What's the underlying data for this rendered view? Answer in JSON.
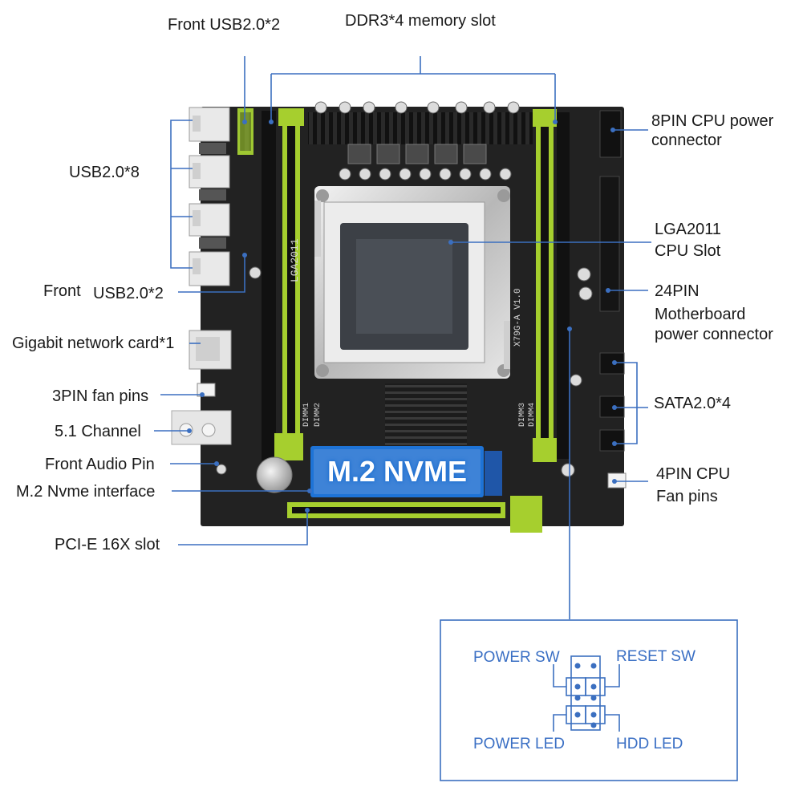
{
  "labels": {
    "front_usb_top": "Front USB2.0*2",
    "ddr3_slots": "DDR3*4 memory slot",
    "cpu_8pin_line1": "8PIN CPU power",
    "cpu_8pin_line2": "connector",
    "usb_rear": "USB2.0*8",
    "lga_line1": "LGA2011",
    "lga_line2": "CPU  Slot",
    "pin24_line1": "24PIN",
    "pin24_line2": "Motherboard",
    "pin24_line3": "power connector",
    "front_usb_word": "Front",
    "front_usb_rest": "USB2.0*2",
    "gigabit": "Gigabit network card*1",
    "fan_3pin": "3PIN fan pins",
    "sata": "SATA2.0*4",
    "channel": "5.1 Channel",
    "front_audio": "Front Audio Pin",
    "cpu_fan_line1": "4PIN CPU",
    "cpu_fan_line2": "Fan pins",
    "m2_interface": "M.2 Nvme interface",
    "pcie": "PCI-E 16X slot"
  },
  "board_text": {
    "m2_banner": "M.2 NVME",
    "socket_silk": "LGA2011",
    "model_silk": "X79G-A  V1.0",
    "dimm1": "DIMM1",
    "dimm2": "DIMM2",
    "dimm3": "DIMM3",
    "dimm4": "DIMM4"
  },
  "front_panel": {
    "power_sw": "POWER SW",
    "reset_sw": "RESET SW",
    "power_led": "POWER LED",
    "hdd_led": "HDD  LED"
  },
  "colors": {
    "board": "#232323",
    "slot_green": "#a6cf2e",
    "callout_line": "#3b6fc0",
    "nvme_blue": "#1e73d6"
  }
}
